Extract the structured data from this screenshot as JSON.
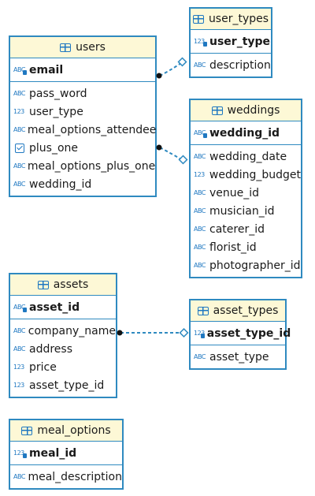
{
  "entities": {
    "user_types": {
      "title": "user_types",
      "pk": [
        {
          "name": "user_type",
          "icon": "123"
        }
      ],
      "columns": [
        {
          "name": "description",
          "icon": "ABC"
        }
      ]
    },
    "users": {
      "title": "users",
      "pk": [
        {
          "name": "email",
          "icon": "ABC"
        }
      ],
      "columns": [
        {
          "name": "pass_word",
          "icon": "ABC"
        },
        {
          "name": "user_type",
          "icon": "123"
        },
        {
          "name": "meal_options_attendee",
          "icon": "ABC"
        },
        {
          "name": "plus_one",
          "icon": "checkbox"
        },
        {
          "name": "meal_options_plus_one",
          "icon": "ABC"
        },
        {
          "name": "wedding_id",
          "icon": "ABC"
        }
      ]
    },
    "weddings": {
      "title": "weddings",
      "pk": [
        {
          "name": "wedding_id",
          "icon": "ABC"
        }
      ],
      "columns": [
        {
          "name": "wedding_date",
          "icon": "ABC"
        },
        {
          "name": "wedding_budget",
          "icon": "123"
        },
        {
          "name": "venue_id",
          "icon": "ABC"
        },
        {
          "name": "musician_id",
          "icon": "ABC"
        },
        {
          "name": "caterer_id",
          "icon": "ABC"
        },
        {
          "name": "florist_id",
          "icon": "ABC"
        },
        {
          "name": "photographer_id",
          "icon": "ABC"
        }
      ]
    },
    "assets": {
      "title": "assets",
      "pk": [
        {
          "name": "asset_id",
          "icon": "ABC"
        }
      ],
      "columns": [
        {
          "name": "company_name",
          "icon": "ABC"
        },
        {
          "name": "address",
          "icon": "ABC"
        },
        {
          "name": "price",
          "icon": "123"
        },
        {
          "name": "asset_type_id",
          "icon": "123"
        }
      ]
    },
    "asset_types": {
      "title": "asset_types",
      "pk": [
        {
          "name": "asset_type_id",
          "icon": "123"
        }
      ],
      "columns": [
        {
          "name": "asset_type",
          "icon": "ABC"
        }
      ]
    },
    "meal_options": {
      "title": "meal_options",
      "pk": [
        {
          "name": "meal_id",
          "icon": "123"
        }
      ],
      "columns": [
        {
          "name": "meal_description",
          "icon": "ABC"
        }
      ]
    }
  },
  "colors": {
    "border": "#2f8ac0",
    "header_bg": "#fdf8d6",
    "icon": "#1f78c1",
    "connector": "#2f8ac0"
  }
}
